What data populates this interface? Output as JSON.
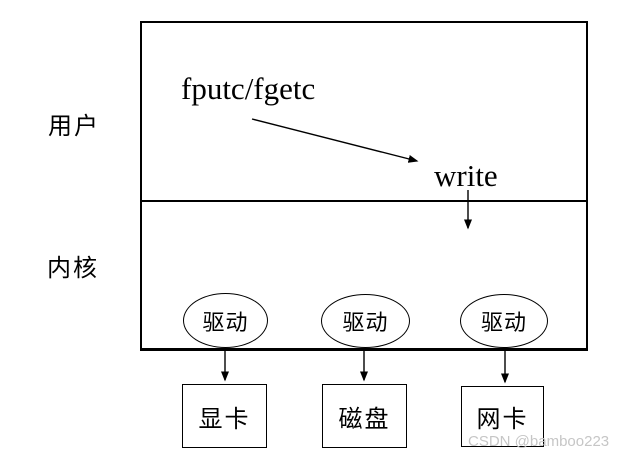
{
  "diagram": {
    "regions": {
      "user": {
        "label": "用户"
      },
      "kernel": {
        "label": "内核"
      }
    },
    "user_space": {
      "api_label": "fputc/fgetc",
      "syscall_label": "write"
    },
    "drivers": [
      {
        "label": "驱动"
      },
      {
        "label": "驱动"
      },
      {
        "label": "驱动"
      }
    ],
    "devices": [
      {
        "label": "显卡"
      },
      {
        "label": "磁盘"
      },
      {
        "label": "网卡"
      }
    ],
    "watermark": "CSDN @bamboo223",
    "colors": {
      "line": "#000000",
      "background": "#ffffff",
      "watermark": "#c6c6c6"
    }
  }
}
